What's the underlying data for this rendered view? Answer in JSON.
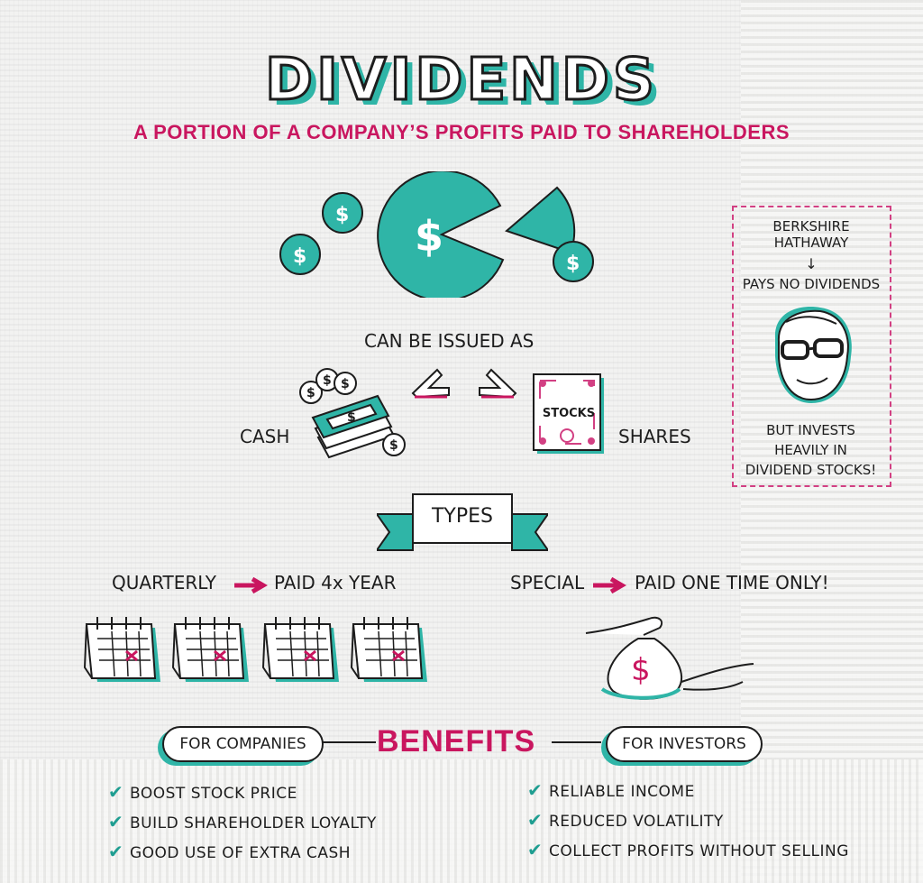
{
  "title": "DIVIDENDS",
  "subtitle": "A PORTION OF A COMPANY’S PROFITS PAID TO SHAREHOLDERS",
  "issued": {
    "heading": "CAN BE ISSUED AS",
    "cash_label": "CASH",
    "shares_label": "SHARES",
    "stock_certificate_text": "STOCKS",
    "coin_symbol": "$"
  },
  "berkshire": {
    "name": "BERKSHIRE HATHAWAY",
    "arrow": "↓",
    "pays": "PAYS NO DIVIDENDS",
    "invests": "BUT INVESTS HEAVILY IN DIVIDEND STOCKS!"
  },
  "types": {
    "banner": "TYPES",
    "quarterly": "QUARTERLY",
    "quarterly_desc": "PAID 4x YEAR",
    "special": "SPECIAL",
    "special_desc": "PAID ONE TIME ONLY!"
  },
  "benefits": {
    "title": "BENEFITS",
    "companies_label": "FOR COMPANIES",
    "investors_label": "FOR INVESTORS",
    "companies": [
      "BOOST STOCK PRICE",
      "BUILD SHAREHOLDER LOYALTY",
      "GOOD USE OF EXTRA CASH"
    ],
    "investors": [
      "RELIABLE INCOME",
      "REDUCED VOLATILITY",
      "COLLECT PROFITS WITHOUT SELLING"
    ]
  },
  "colors": {
    "teal": "#2fb5a7",
    "magenta": "#c9165f",
    "ink": "#1d1d1d"
  },
  "icons": [
    "pie-chart-icon",
    "coin-icon",
    "cash-stack-icon",
    "stock-certificate-icon",
    "calendar-icon",
    "money-bag-icon",
    "hand-icon",
    "portrait-icon",
    "check-icon",
    "arrow-icon"
  ]
}
